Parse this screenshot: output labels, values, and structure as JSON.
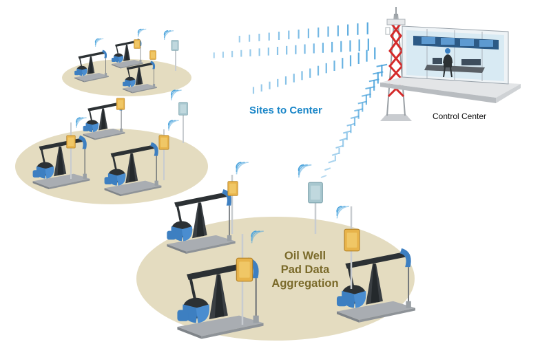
{
  "labels": {
    "sites_to_center": "Sites to Center",
    "control_center": "Control Center",
    "pad_line1": "Oil Well",
    "pad_line2": "Pad Data",
    "pad_line3": "Aggregation"
  },
  "icons": {
    "pump": "pumpjack-icon",
    "radio": "radio-enclosure-icon",
    "tower": "cell-tower-icon",
    "building": "control-room-icon",
    "operator": "operator-icon",
    "signal": "wifi-signal-icon"
  },
  "colors": {
    "pad_fill": "#e4dcc0",
    "signal_blue": "#4aa3dc",
    "tower_red": "#d42a2a",
    "enclosure_yellow": "#e7b34a",
    "enclosure_teal": "#a8c7cf",
    "pump_dark": "#2f3438",
    "pump_blue": "#3d7fc1",
    "label_blue": "#1a86c8",
    "label_olive": "#7a6a2a"
  }
}
